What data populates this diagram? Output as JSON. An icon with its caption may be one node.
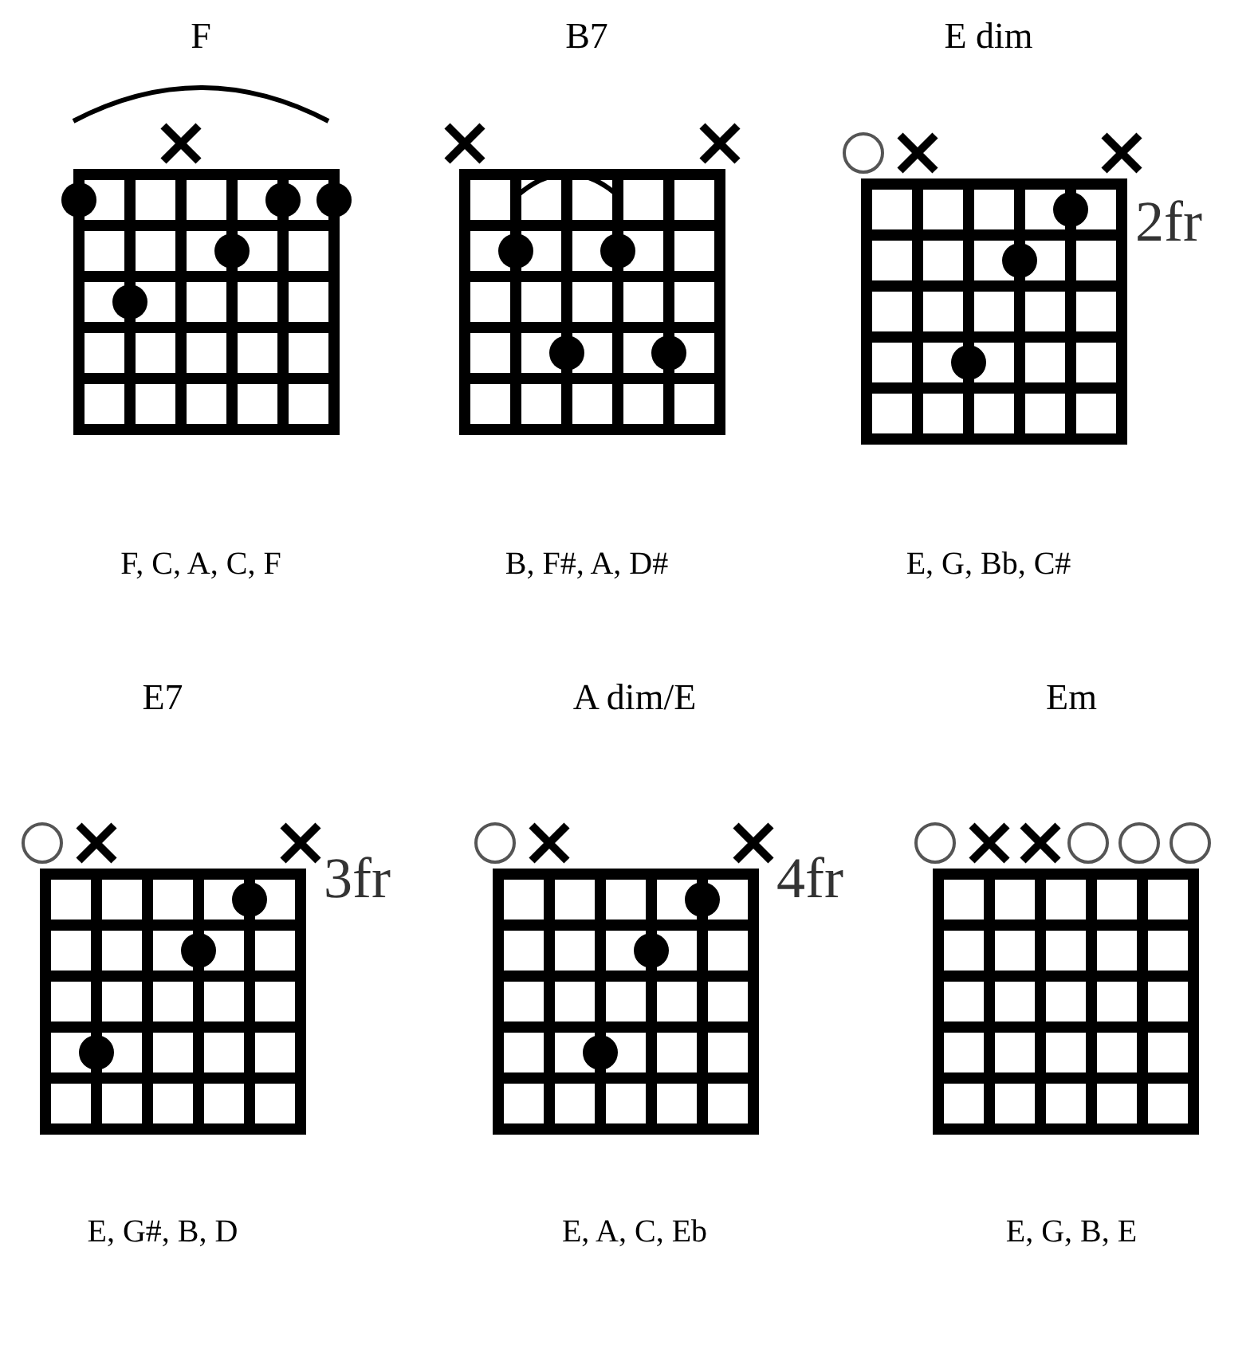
{
  "diagram": {
    "labels": [
      "F",
      "B7",
      "E dim",
      "2fr",
      "F, C, A, C, F",
      "B, F#, A, D#",
      "E, G, Bb, C#",
      "E7",
      "A dim/E",
      "Em",
      "3fr",
      "4fr",
      "E, G#, B, D",
      "E, A, C, Eb",
      "E, G, B, E"
    ]
  }
}
